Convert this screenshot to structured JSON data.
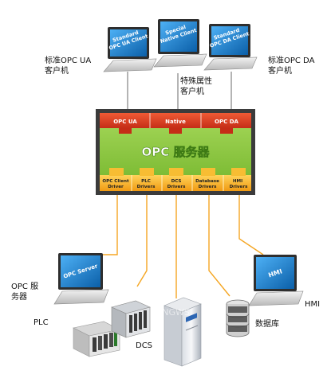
{
  "top_clients": [
    {
      "screen_text": "Standard OPC UA Client",
      "caption": "标准OPC UA 客户机"
    },
    {
      "screen_text": "Special Native Client",
      "caption": "特殊属性 客户机"
    },
    {
      "screen_text": "Standard OPC DA Client",
      "caption": "标准OPC DA 客户机"
    }
  ],
  "server_box": {
    "interfaces": [
      "OPC UA",
      "Native",
      "OPC DA"
    ],
    "title": "OPC 服务器",
    "drivers": [
      "OPC Client Driver",
      "PLC Drivers",
      "DCS Drivers",
      "Database Drivers",
      "HMI Drivers"
    ]
  },
  "bottom_devices": {
    "opc_server_screen": "OPC Server",
    "opc_server_caption": "OPC 服务器",
    "hmi_screen": "HMI",
    "hmi_caption": "HMI",
    "plc_caption": "PLC",
    "dcs_caption": "DCS",
    "database_caption": "数据库"
  },
  "watermark": "NNGWS",
  "colors": {
    "monitor_screen": "#1a7fd1",
    "interface_red": "#d93a22",
    "core_green": "#8bc83c",
    "driver_yellow": "#f4b223",
    "connector_orange": "#f5a623",
    "connector_gray": "#9a9a9a",
    "frame_dark": "#3b3b3b"
  }
}
